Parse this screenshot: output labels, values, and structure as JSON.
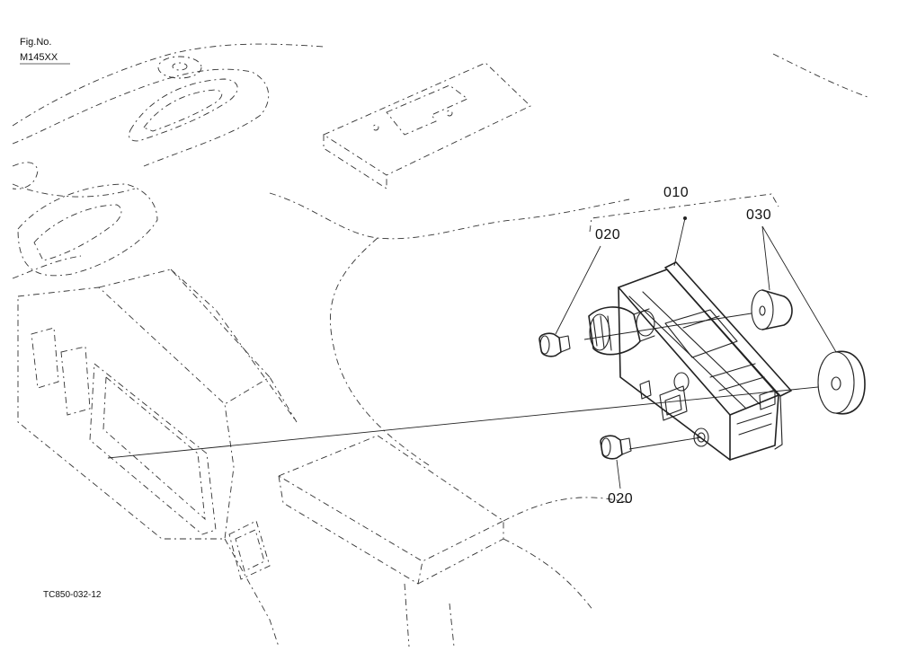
{
  "figure": {
    "label": "Fig.No.",
    "number": "M145XX"
  },
  "drawing_code": "TC850-032-12",
  "callouts": {
    "assembly": "010",
    "bulb_upper": "020",
    "bulb_lower": "020",
    "cover": "030"
  }
}
